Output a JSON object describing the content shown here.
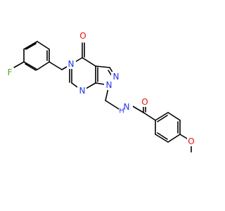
{
  "atom_labels": {
    "fluorine": "F",
    "oxo_oxygen": "O",
    "ring_nitrogen_benzyl": "N",
    "pyrimidine_nitrogen": "N",
    "pyrazole_nitrogen_top": "N",
    "pyrazole_nitrogen_substituted": "N",
    "amide_nitrogen": "N",
    "amide_hydrogen": "H",
    "amide_oxygen": "O",
    "ether_oxygen": "O"
  },
  "colors": {
    "nitrogen": "#2233ee",
    "oxygen": "#ee1111",
    "fluorine": "#44aa22",
    "bond": "#000000"
  }
}
